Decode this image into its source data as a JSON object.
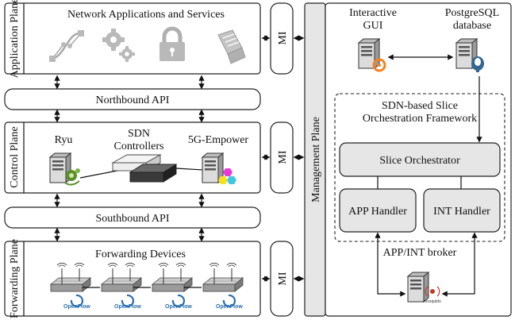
{
  "planes": {
    "application": {
      "label": "Application Plane",
      "title": "Network Applications and Services",
      "icons": [
        "bezier-curve-icon",
        "gears-icon",
        "padlock-icon",
        "scroll-icon"
      ]
    },
    "control": {
      "label": "Control Plane",
      "ryu": "Ryu",
      "sdn_controllers_line1": "SDN",
      "sdn_controllers_line2": "Controllers",
      "empower": "5G-Empower"
    },
    "forwarding": {
      "label": "Forwarding Plane",
      "title": "Forwarding Devices",
      "openflow_label": "OpenFlow"
    }
  },
  "apis": {
    "northbound": "Northbound API",
    "southbound": "Southbound API"
  },
  "mi_label": "MI",
  "management": {
    "label": "Management Plane",
    "gui_line1": "Interactive",
    "gui_line2": "GUI",
    "db_line1": "PostgreSQL",
    "db_line2": "database",
    "framework_line1": "SDN-based Slice",
    "framework_line2": "Orchestration Framework",
    "slice_orchestrator": "Slice Orchestrator",
    "app_handler": "APP Handler",
    "int_handler": "INT Handler",
    "broker": "APP/INT broker",
    "mosquitto": "mosquitto"
  },
  "colors": {
    "box_gray": "#e6e6e6",
    "icon_gray": "#b9b9b9",
    "openflow_blue": "#2a6fb0",
    "grafana_orange": "#f5821f",
    "postgres_blue": "#336791",
    "empower_magenta": "#e83ad8",
    "empower_yellow": "#f4e21a",
    "empower_cyan": "#3ec7e6",
    "ryu_green": "#5a8f2a",
    "mosquitto_red": "#c0392b"
  }
}
